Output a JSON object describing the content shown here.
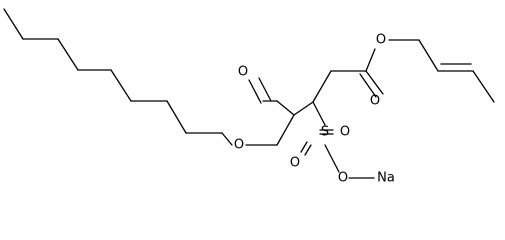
{
  "molecule": {
    "atoms": {
      "o_ester_left": "O",
      "o_carbonyl_left": "O",
      "o_ester_right": "O",
      "o_carbonyl_right": "O",
      "sulfur": "S",
      "o_sulfonyl_left": "O",
      "o_sulfonyl_right": "O",
      "o_sulfonate": "O",
      "sodium": "Na"
    }
  }
}
